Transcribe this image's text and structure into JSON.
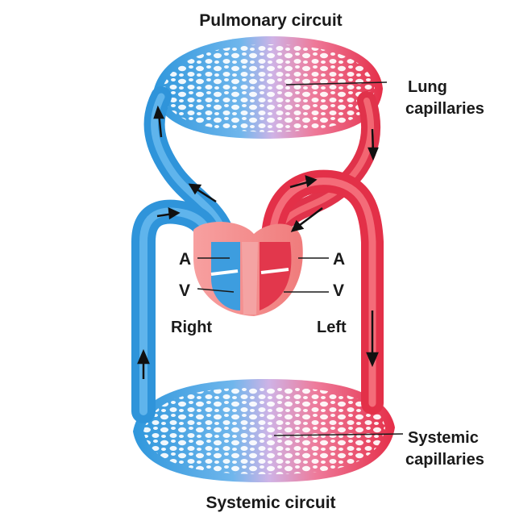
{
  "titles": {
    "top": "Pulmonary circuit",
    "bottom": "Systemic circuit"
  },
  "labels": {
    "lung_line1": "Lung",
    "lung_line2": "capillaries",
    "systemic_line1": "Systemic",
    "systemic_line2": "capillaries",
    "atrium_right": "A",
    "ventricle_right": "V",
    "atrium_left": "A",
    "ventricle_left": "V",
    "side_right": "Right",
    "side_left": "Left"
  },
  "colors": {
    "oxygen_poor": "#3aa0e0",
    "oxygen_rich": "#e8354a",
    "mixed": "#c9a6e0",
    "heart": "#f28b8b",
    "text": "#1a1a1a"
  }
}
